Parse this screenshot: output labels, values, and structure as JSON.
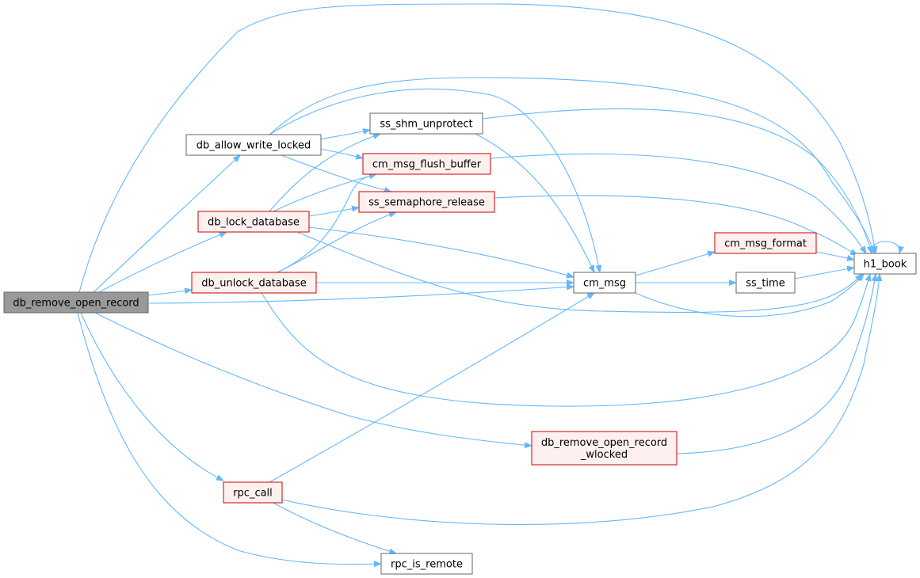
{
  "colors": {
    "edge": "#63b8ff",
    "root_fill": "#999999",
    "root_border": "#666666",
    "plain_fill": "#ffffff",
    "plain_border": "#666666",
    "highlight_fill": "#fff0f0",
    "highlight_border": "#cc0000"
  },
  "nodes": {
    "db_remove_open_record": {
      "lines": [
        "db_remove_open_record"
      ],
      "style": "root"
    },
    "db_allow_write_locked": {
      "lines": [
        "db_allow_write_locked"
      ],
      "style": "plain"
    },
    "db_lock_database": {
      "lines": [
        "db_lock_database"
      ],
      "style": "highlight"
    },
    "db_unlock_database": {
      "lines": [
        "db_unlock_database"
      ],
      "style": "highlight"
    },
    "ss_shm_unprotect": {
      "lines": [
        "ss_shm_unprotect"
      ],
      "style": "plain"
    },
    "cm_msg_flush_buffer": {
      "lines": [
        "cm_msg_flush_buffer"
      ],
      "style": "highlight"
    },
    "ss_semaphore_release": {
      "lines": [
        "ss_semaphore_release"
      ],
      "style": "highlight"
    },
    "cm_msg": {
      "lines": [
        "cm_msg"
      ],
      "style": "plain"
    },
    "cm_msg_format": {
      "lines": [
        "cm_msg_format"
      ],
      "style": "highlight"
    },
    "ss_time": {
      "lines": [
        "ss_time"
      ],
      "style": "plain"
    },
    "h1_book": {
      "lines": [
        "h1_book"
      ],
      "style": "plain"
    },
    "db_remove_open_record_wlocked": {
      "lines": [
        "db_remove_open_record",
        "_wlocked"
      ],
      "style": "highlight"
    },
    "rpc_call": {
      "lines": [
        "rpc_call"
      ],
      "style": "highlight"
    },
    "rpc_is_remote": {
      "lines": [
        "rpc_is_remote"
      ],
      "style": "plain"
    }
  },
  "edges": [
    {
      "from": "db_remove_open_record",
      "to": "db_allow_write_locked"
    },
    {
      "from": "db_remove_open_record",
      "to": "db_lock_database"
    },
    {
      "from": "db_remove_open_record",
      "to": "db_unlock_database"
    },
    {
      "from": "db_remove_open_record",
      "to": "cm_msg"
    },
    {
      "from": "db_remove_open_record",
      "to": "h1_book"
    },
    {
      "from": "db_remove_open_record",
      "to": "db_remove_open_record_wlocked"
    },
    {
      "from": "db_remove_open_record",
      "to": "rpc_call"
    },
    {
      "from": "db_remove_open_record",
      "to": "rpc_is_remote"
    },
    {
      "from": "db_allow_write_locked",
      "to": "ss_shm_unprotect"
    },
    {
      "from": "db_allow_write_locked",
      "to": "cm_msg_flush_buffer"
    },
    {
      "from": "db_allow_write_locked",
      "to": "ss_semaphore_release"
    },
    {
      "from": "db_allow_write_locked",
      "to": "cm_msg"
    },
    {
      "from": "db_allow_write_locked",
      "to": "h1_book"
    },
    {
      "from": "db_lock_database",
      "to": "ss_shm_unprotect"
    },
    {
      "from": "db_lock_database",
      "to": "cm_msg_flush_buffer"
    },
    {
      "from": "db_lock_database",
      "to": "ss_semaphore_release"
    },
    {
      "from": "db_lock_database",
      "to": "cm_msg"
    },
    {
      "from": "db_lock_database",
      "to": "h1_book"
    },
    {
      "from": "db_unlock_database",
      "to": "cm_msg_flush_buffer"
    },
    {
      "from": "db_unlock_database",
      "to": "ss_semaphore_release"
    },
    {
      "from": "db_unlock_database",
      "to": "cm_msg"
    },
    {
      "from": "db_unlock_database",
      "to": "h1_book"
    },
    {
      "from": "ss_shm_unprotect",
      "to": "cm_msg"
    },
    {
      "from": "ss_shm_unprotect",
      "to": "h1_book"
    },
    {
      "from": "cm_msg_flush_buffer",
      "to": "h1_book"
    },
    {
      "from": "ss_semaphore_release",
      "to": "h1_book"
    },
    {
      "from": "cm_msg",
      "to": "cm_msg_format"
    },
    {
      "from": "cm_msg",
      "to": "ss_time"
    },
    {
      "from": "cm_msg",
      "to": "h1_book"
    },
    {
      "from": "cm_msg_format",
      "to": "h1_book"
    },
    {
      "from": "ss_time",
      "to": "h1_book"
    },
    {
      "from": "h1_book",
      "to": "h1_book"
    },
    {
      "from": "db_remove_open_record_wlocked",
      "to": "h1_book"
    },
    {
      "from": "rpc_call",
      "to": "cm_msg"
    },
    {
      "from": "rpc_call",
      "to": "h1_book"
    },
    {
      "from": "rpc_call",
      "to": "rpc_is_remote"
    }
  ]
}
